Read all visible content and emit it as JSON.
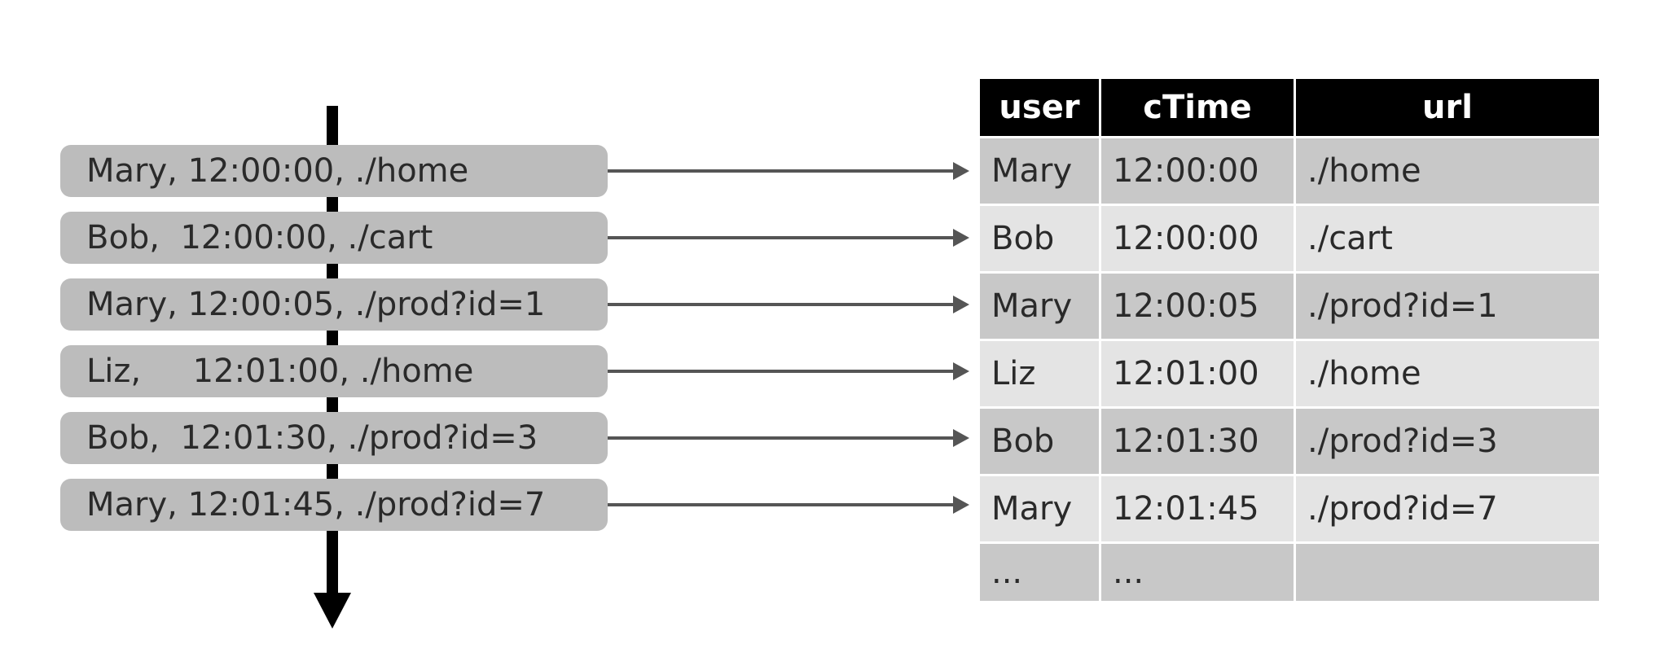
{
  "stream_events": [
    "Mary, 12:00:00, ./home",
    "Bob,  12:00:00, ./cart",
    "Mary, 12:00:05, ./prod?id=1",
    "Liz,     12:01:00, ./home",
    "Bob,  12:01:30, ./prod?id=3",
    "Mary, 12:01:45, ./prod?id=7"
  ],
  "table": {
    "headers": [
      "user",
      "cTime",
      "url"
    ],
    "rows": [
      [
        "Mary",
        "12:00:00",
        "./home"
      ],
      [
        "Bob",
        "12:00:00",
        "./cart"
      ],
      [
        "Mary",
        "12:00:05",
        "./prod?id=1"
      ],
      [
        "Liz",
        "12:01:00",
        "./home"
      ],
      [
        "Bob",
        "12:01:30",
        "./prod?id=3"
      ],
      [
        "Mary",
        "12:01:45",
        "./prod?id=7"
      ],
      [
        "...",
        "...",
        ""
      ]
    ]
  }
}
